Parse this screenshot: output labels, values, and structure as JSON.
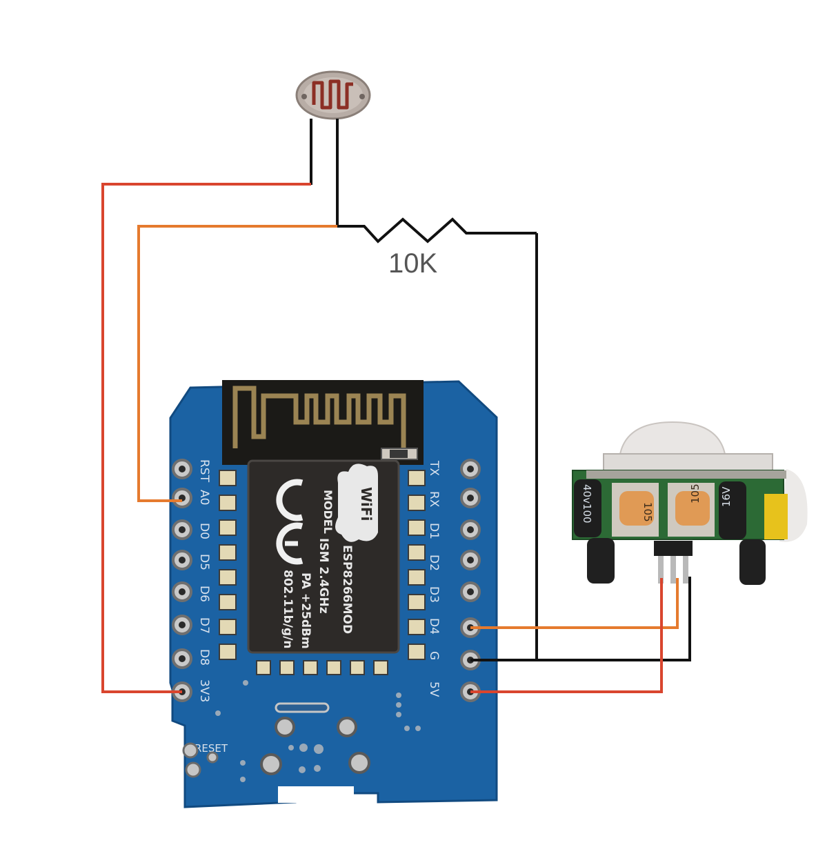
{
  "resistor": {
    "label": "10K"
  },
  "board": {
    "left_pins": [
      "RST",
      "A0",
      "D0",
      "D5",
      "D6",
      "D7",
      "D8",
      "3V3"
    ],
    "right_pins": [
      "TX",
      "RX",
      "D1",
      "D2",
      "D3",
      "D4",
      "G",
      "5V"
    ],
    "reset_label": "RESET",
    "module": {
      "brand": "WiFi",
      "model_word": "MODEL",
      "model_name": "ESP8266MOD",
      "line1": "ISM 2.4GHz",
      "line2": "PA +25dBm",
      "line3": "802.11b/g/n",
      "ce_mark": "CE"
    }
  },
  "pir_sensor": {
    "pot_label_left": "105",
    "pot_label_right": "105",
    "cap_left_label": "40v100",
    "cap_right_label": "16V"
  },
  "colors": {
    "wire_red": "#d9452e",
    "wire_orange": "#e57a2e",
    "wire_black": "#111111",
    "board_blue": "#1b62a3",
    "pir_green": "#2c6a35"
  }
}
